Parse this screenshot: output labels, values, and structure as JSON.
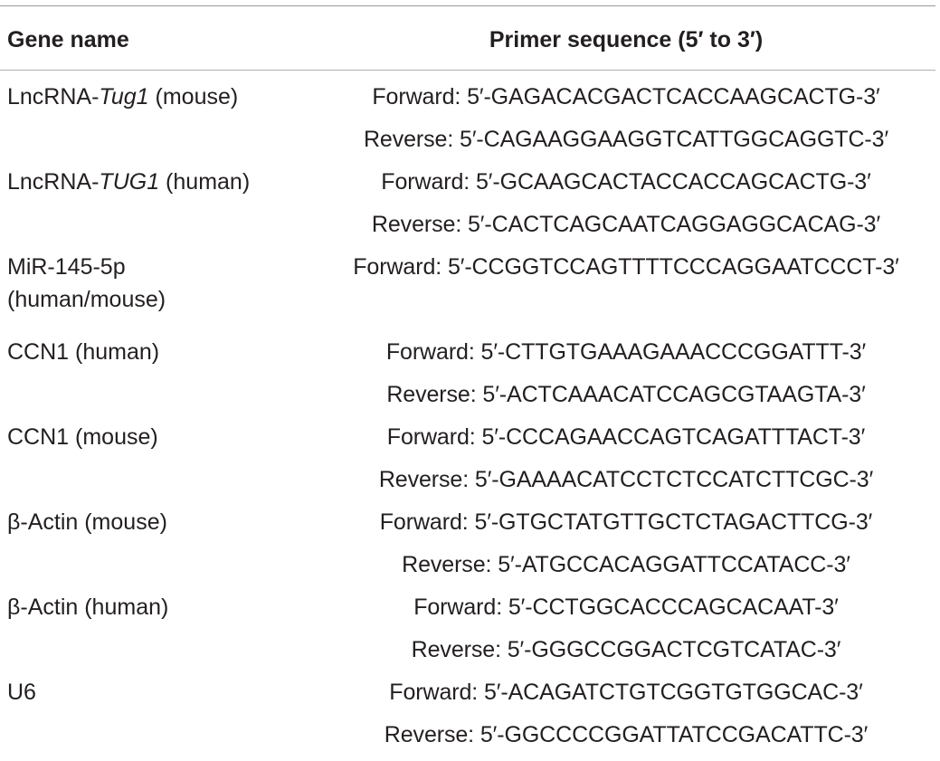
{
  "header": {
    "gene_name": "Gene name",
    "primer_sequence": "Primer sequence (5′ to 3′)"
  },
  "rows": [
    {
      "gene_prefix": "LncRNA-",
      "gene_italic": "Tug1",
      "gene_suffix": " (mouse)",
      "primers": [
        "Forward: 5′-GAGACACGACTCACCAAGCACTG-3′",
        "Reverse: 5′-CAGAAGGAAGGTCATTGGCAGGTC-3′"
      ]
    },
    {
      "gene_prefix": "LncRNA-",
      "gene_italic": "TUG1",
      "gene_suffix": " (human)",
      "primers": [
        "Forward: 5′-GCAAGCACTACCACCAGCACTG-3′",
        "Reverse: 5′-CACTCAGCAATCAGGAGGCACAG-3′"
      ]
    },
    {
      "gene_line1": "MiR-145-5p",
      "gene_line2": "(human/mouse)",
      "primers": [
        "Forward: 5′-CCGGTCCAGTTTTCCCAGGAATCCCT-3′"
      ]
    },
    {
      "gene": "CCN1 (human)",
      "primers": [
        "Forward: 5′-CTTGTGAAAGAAACCCGGATTT-3′",
        "Reverse: 5′-ACTCAAACATCCAGCGTAAGTA-3′"
      ]
    },
    {
      "gene": "CCN1 (mouse)",
      "primers": [
        "Forward: 5′-CCCAGAACCAGTCAGATTTACT-3′",
        "Reverse: 5′-GAAAACATCCTCTCCATCTTCGC-3′"
      ]
    },
    {
      "gene": "β-Actin (mouse)",
      "primers": [
        "Forward: 5′-GTGCTATGTTGCTCTAGACTTCG-3′",
        "Reverse: 5′-ATGCCACAGGATTCCATACC-3′"
      ]
    },
    {
      "gene": "β-Actin (human)",
      "primers": [
        "Forward: 5′-CCTGGCACCCAGCACAAT-3′",
        "Reverse: 5′-GGGCCGGACTCGTCATAC-3′"
      ]
    },
    {
      "gene": "U6",
      "primers": [
        "Forward: 5′-ACAGATCTGTCGGTGTGGCAC-3′",
        "Reverse: 5′-GGCCCCGGATTATCCGACATTC-3′"
      ]
    }
  ]
}
